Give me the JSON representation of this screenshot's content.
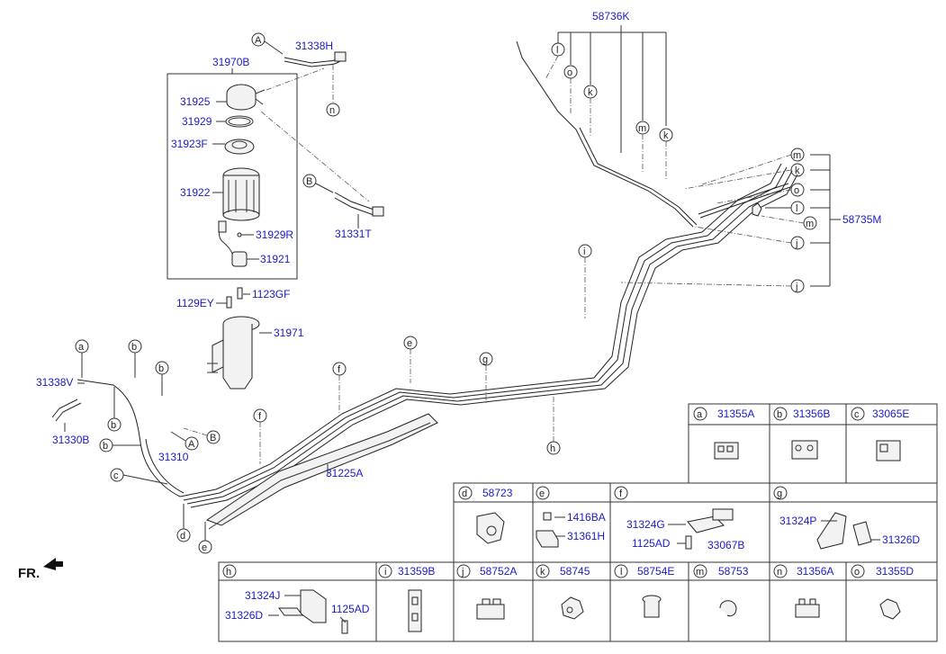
{
  "header": {
    "label_58736K": "58736K",
    "label_31970B": "31970B",
    "label_31338H": "31338H"
  },
  "fuel_filter": {
    "p31925": "31925",
    "p31929": "31929",
    "p31923F": "31923F",
    "p31922": "31922",
    "p31929R": "31929R",
    "p31921": "31921",
    "p31331T": "31331T",
    "p1129EY": "1129EY",
    "p1123GF": "1123GF",
    "p31971": "31971"
  },
  "lines": {
    "p31338V": "31338V",
    "p31330B": "31330B",
    "p31310": "31310",
    "p31225A": "31225A",
    "p58735M": "58735M"
  },
  "callouts": {
    "A": "A",
    "B": "B",
    "a": "a",
    "b": "b",
    "c": "c",
    "d": "d",
    "e": "e",
    "f": "f",
    "g": "g",
    "h": "h",
    "i": "i",
    "j": "j",
    "k": "k",
    "l": "l",
    "m": "m",
    "n": "n",
    "o": "o"
  },
  "fr_label": "FR.",
  "legend": {
    "row1": [
      {
        "letter": "a",
        "part": "31355A"
      },
      {
        "letter": "b",
        "part": "31356B"
      },
      {
        "letter": "c",
        "part": "33065E"
      }
    ],
    "row2": [
      {
        "letter": "d",
        "part": "58723"
      },
      {
        "letter": "e",
        "part": "",
        "parts": [
          "1416BA",
          "31361H"
        ]
      },
      {
        "letter": "f",
        "part": "",
        "parts": [
          "31324G",
          "1125AD",
          "33067B"
        ]
      },
      {
        "letter": "g",
        "part": "",
        "parts": [
          "31324P",
          "31326D"
        ]
      }
    ],
    "row3": [
      {
        "letter": "h",
        "part": "",
        "parts": [
          "31324J",
          "31326D",
          "1125AD"
        ]
      },
      {
        "letter": "i",
        "part": "31359B"
      },
      {
        "letter": "j",
        "part": "58752A"
      },
      {
        "letter": "k",
        "part": "58745"
      },
      {
        "letter": "l",
        "part": "58754E"
      },
      {
        "letter": "m",
        "part": "58753"
      },
      {
        "letter": "n",
        "part": "31356A"
      },
      {
        "letter": "o",
        "part": "31355D"
      }
    ]
  }
}
